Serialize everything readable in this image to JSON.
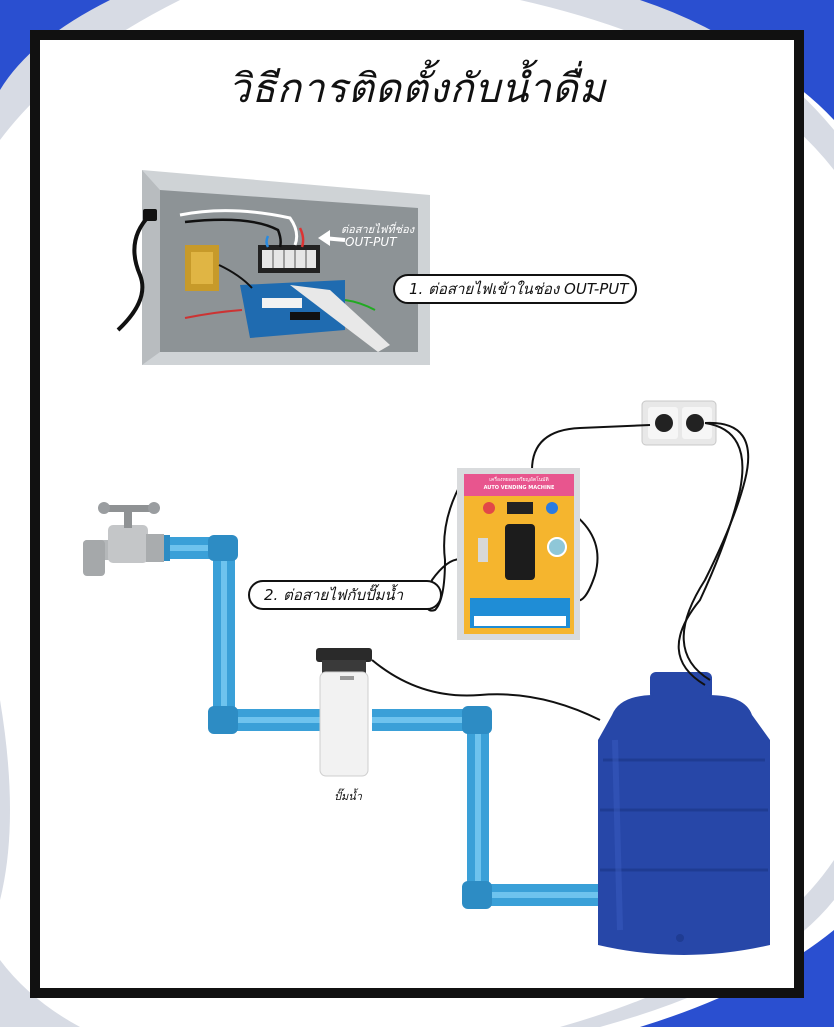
{
  "title": "วิธีการติดตั้งกับน้ำดื่ม",
  "steps": {
    "step1": "1. ต่อสายไฟเข้าในช่อง OUT-PUT",
    "step2": "2. ต่อสายไฟกับปั๊มน้ำ"
  },
  "control_box": {
    "annotation_line1": "ต่อสายไฟที่ช่อง",
    "annotation_line2": "OUT-PUT"
  },
  "vending_machine": {
    "header_thai": "เครื่องหยอดเหรียญอัตโนมัติ",
    "header_en": "AUTO VENDING MACHINE"
  },
  "pump": {
    "label": "ปั๊มน้ำ"
  },
  "colors": {
    "frame": "#111111",
    "pipe": "#3aa0d8",
    "tank": "#2747a8",
    "machine_face": "#f5b52e",
    "machine_header": "#e8558e",
    "swoosh": "#2a4fd0"
  },
  "icons": [
    "faucet-icon",
    "power-outlet-icon",
    "water-pump-icon",
    "water-tank-icon",
    "control-box-icon",
    "vending-machine-icon"
  ]
}
